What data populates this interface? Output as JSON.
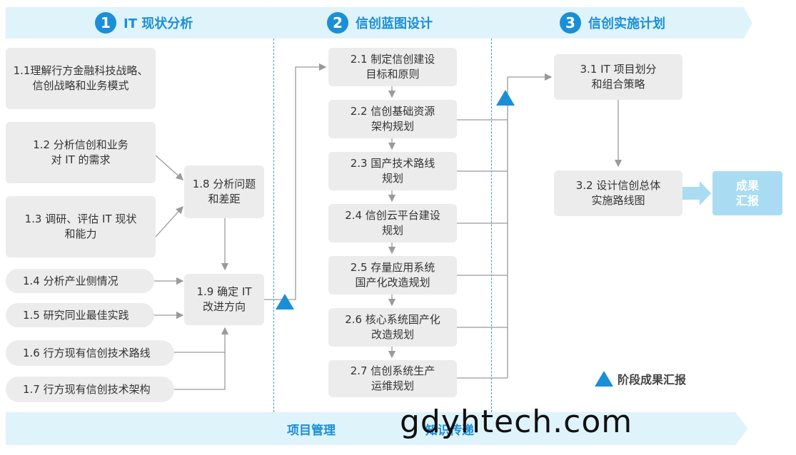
{
  "phases": [
    {
      "num": "1",
      "title": "IT 现状分析"
    },
    {
      "num": "2",
      "title": "信创蓝图设计"
    },
    {
      "num": "3",
      "title": "信创实施计划"
    }
  ],
  "phase1": {
    "b11": "1.1理解行方金融科技战略、\n信创战略和业务模式",
    "b12": "1.2 分析信创和业务\n对 IT 的需求",
    "b13": "1.3 调研、评估 IT 现状\n和能力",
    "b14": "1.4 分析产业侧情况",
    "b15": "1.5 研究同业最佳实践",
    "b16": "1.6 行方现有信创技术路线",
    "b17": "1.7 行方现有信创技术架构",
    "b18": "1.8 分析问题\n和差距",
    "b19": "1.9 确定 IT\n改进方向"
  },
  "phase2": {
    "b21": "2.1 制定信创建设\n目标和原则",
    "b22": "2.2 信创基础资源\n架构规划",
    "b23": "2.3 国产技术路线\n规划",
    "b24": "2.4 信创云平台建设\n规划",
    "b25": "2.5 存量应用系统\n国产化改造规划",
    "b26": "2.6 核心系统国产化\n改造规划",
    "b27": "2.7 信创系统生产\n运维规划"
  },
  "phase3": {
    "b31": "3.1 IT 项目划分\n和组合策略",
    "b32": "3.2 设计信创总体\n实施路线图"
  },
  "result": "成果\n汇报",
  "legend": "阶段成果汇报",
  "bottom": {
    "left": "项目管理",
    "right": "知识传递"
  },
  "watermark": "gdyhtech.com",
  "colors": {
    "accent": "#1a8fd8",
    "band": "#dff3fb",
    "box": "#ececec",
    "result": "#a9dcf2"
  }
}
